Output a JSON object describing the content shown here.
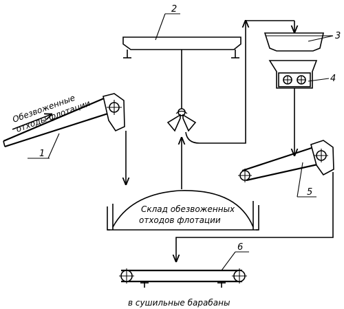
{
  "labels": {
    "input_material": [
      "Обезвоженные",
      "отходы флотации"
    ],
    "warehouse": [
      "Склад обезвоженных",
      "отходов флотации"
    ],
    "to_dryers": "в сушильные барабаны"
  },
  "callouts": [
    "1",
    "2",
    "3",
    "4",
    "5",
    "6"
  ]
}
